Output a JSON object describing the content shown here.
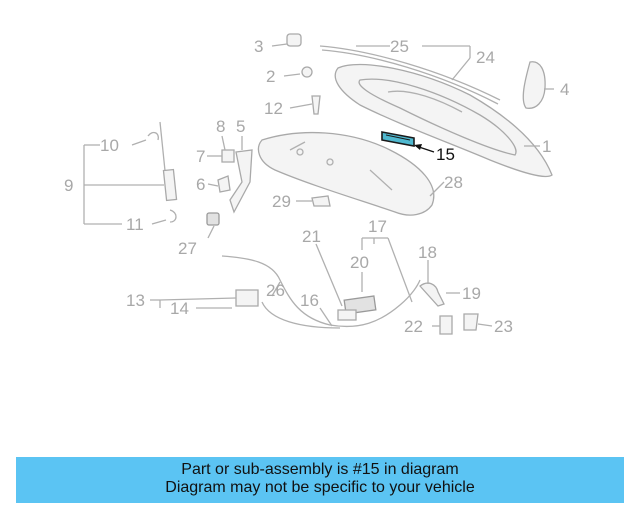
{
  "highlight_color": "#4fb8cf",
  "caption_color": "#5bc4f3",
  "callouts": [
    "1",
    "2",
    "3",
    "4",
    "5",
    "6",
    "7",
    "8",
    "9",
    "10",
    "11",
    "12",
    "13",
    "14",
    "15",
    "16",
    "17",
    "18",
    "19",
    "20",
    "21",
    "22",
    "23",
    "24",
    "25",
    "26",
    "27",
    "28",
    "29"
  ],
  "highlighted_callout": "15",
  "caption": {
    "line1": "Part or sub-assembly is #15 in diagram",
    "line2": "Diagram may not be specific to your vehicle"
  }
}
